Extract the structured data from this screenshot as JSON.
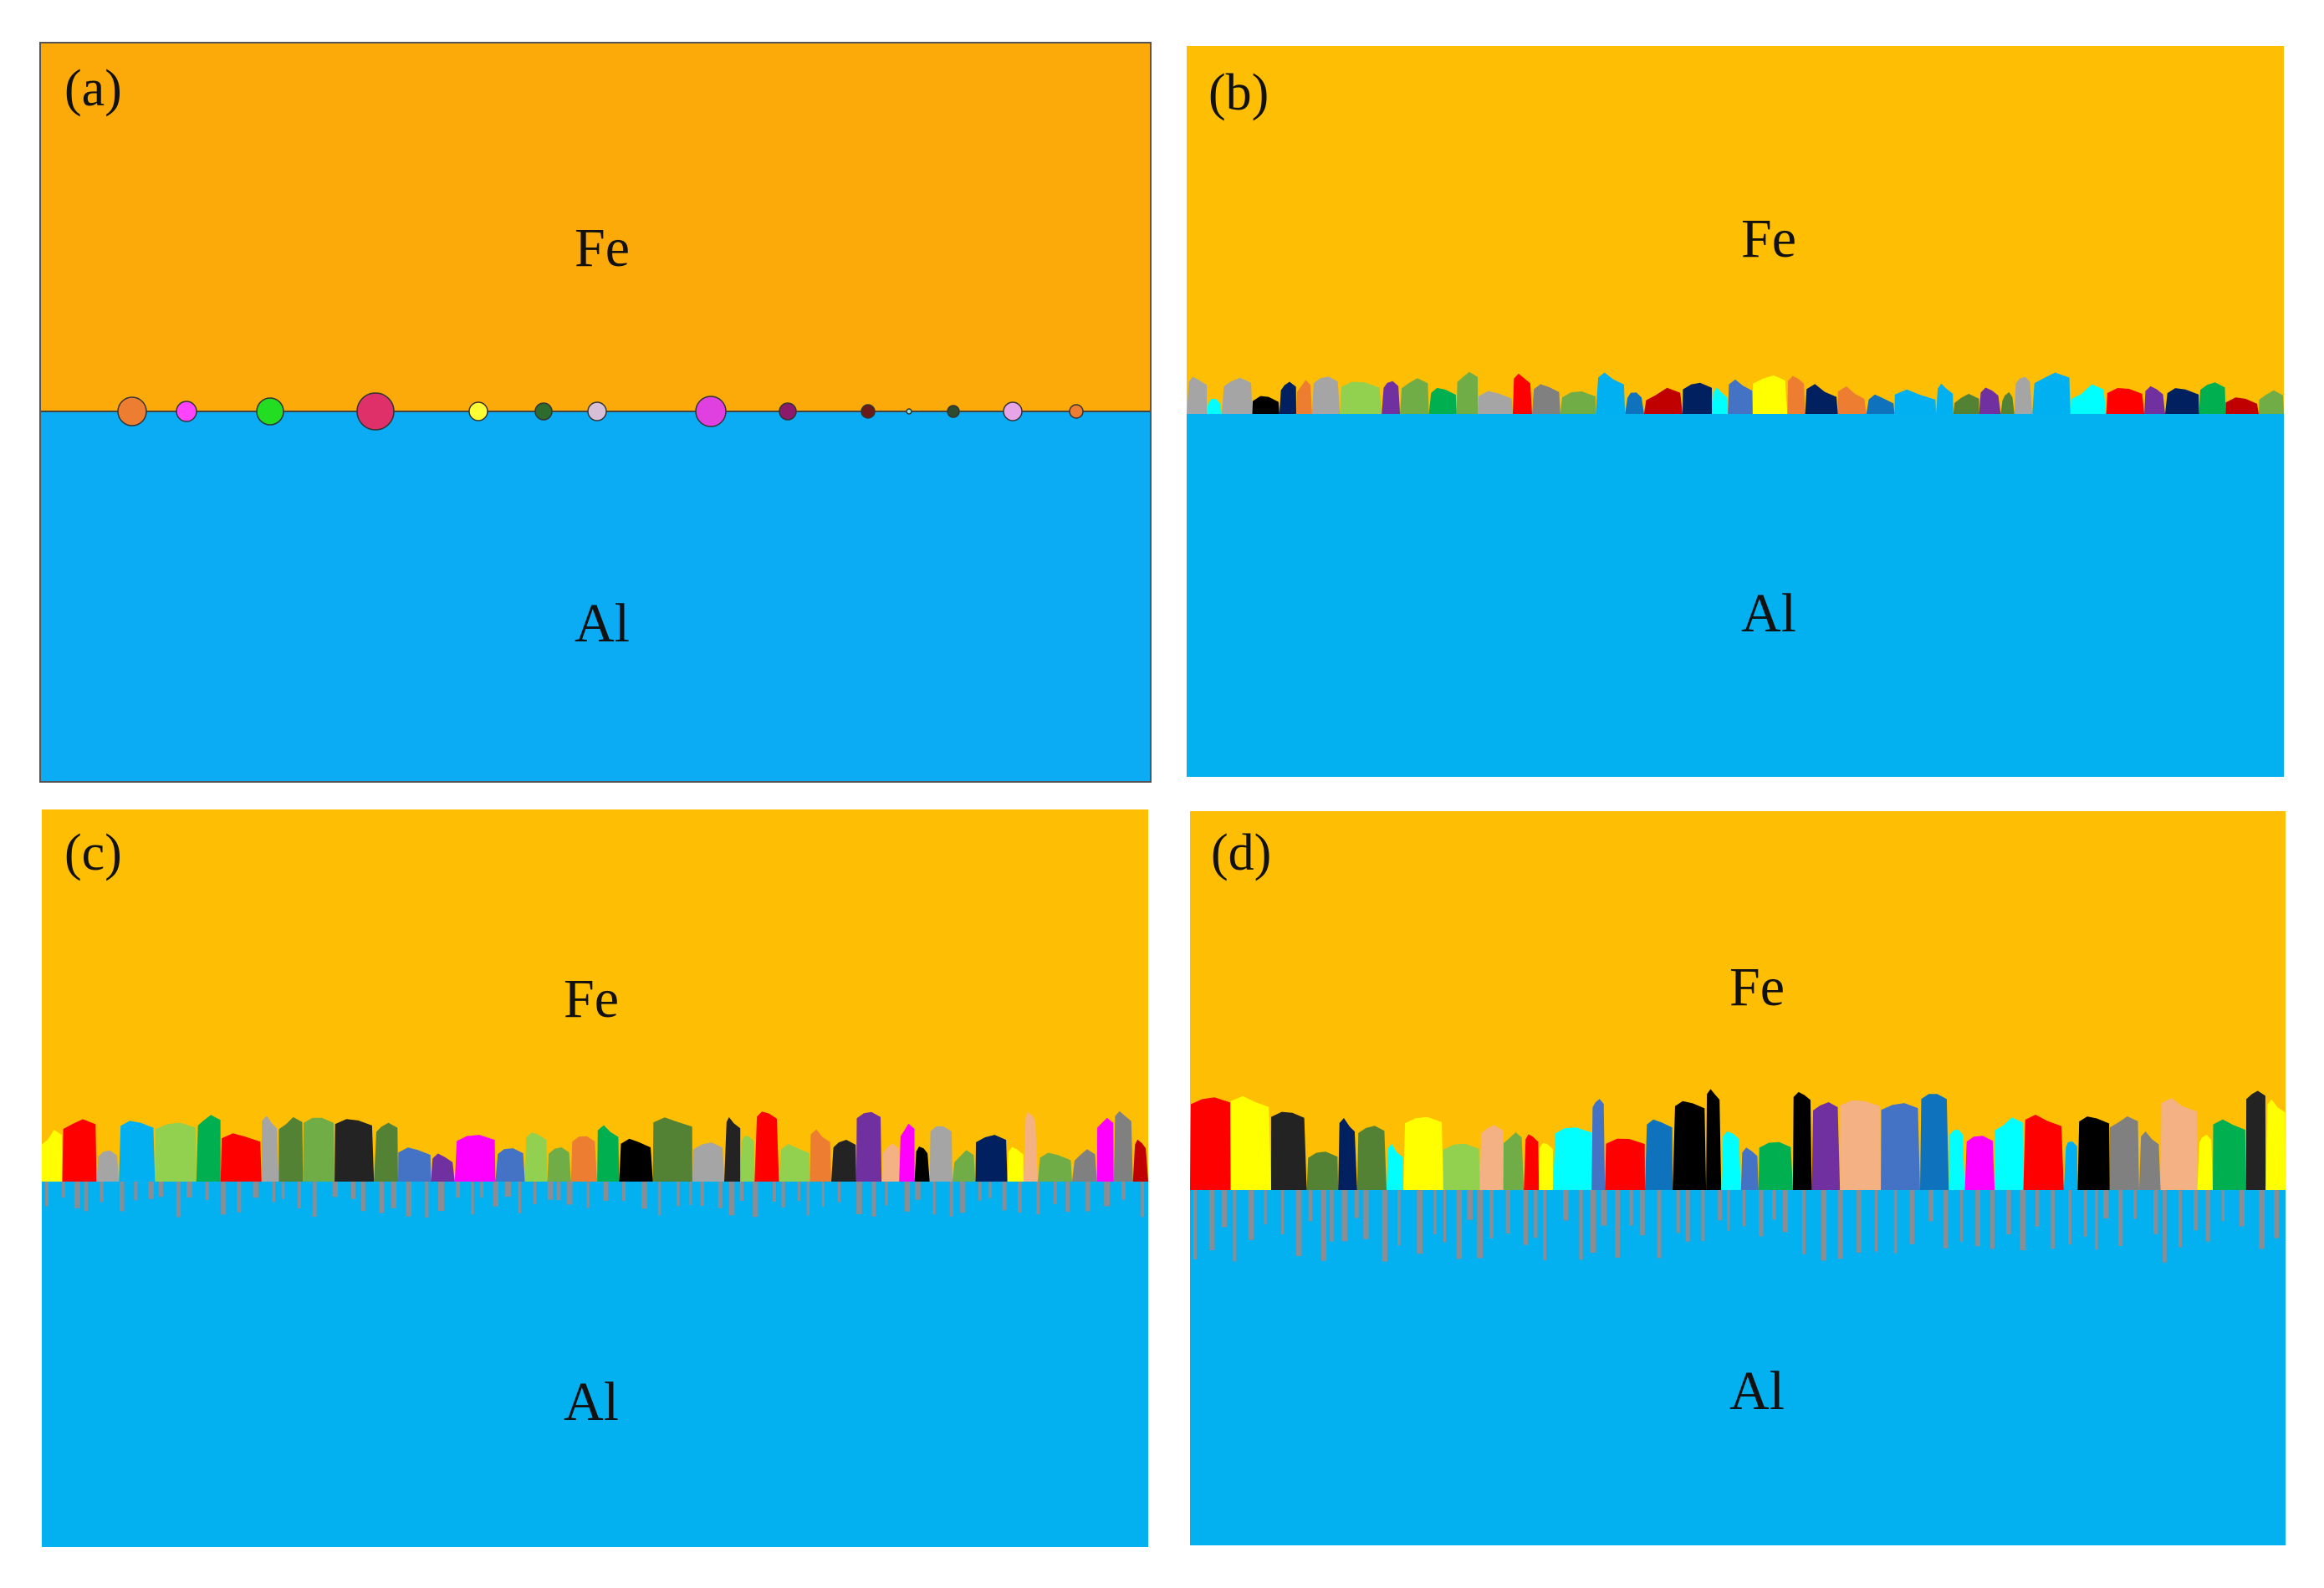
{
  "panels": {
    "a": {
      "label": "(a)",
      "top_material": "Fe",
      "bottom_material": "Al"
    },
    "b": {
      "label": "(b)",
      "top_material": "Fe",
      "bottom_material": "Al"
    },
    "c": {
      "label": "(c)",
      "top_material": "Fe",
      "bottom_material": "Al"
    },
    "d": {
      "label": "(d)",
      "top_material": "Fe",
      "bottom_material": "Al"
    }
  },
  "colors": {
    "fe_a": "#FBAA0A",
    "fe": "#FDBE04",
    "al_a": "#0CACF5",
    "al": "#03B0F0",
    "needle": "#8B8D93",
    "grain_palette": [
      "#0E72BD",
      "#232323",
      "#7030A0",
      "#4472C4",
      "#00B050",
      "#FF0000",
      "#ED7D31",
      "#A5A5A5",
      "#F4B183",
      "#92D050",
      "#00FFFF",
      "#FFFF00",
      "#C00000",
      "#FF00FF",
      "#548235",
      "#002060",
      "#70AD47",
      "#808080",
      "#00B0F0",
      "#000000"
    ],
    "particle_palette": [
      "#ED7D31",
      "#FF44FF",
      "#22DD22",
      "#E0306A",
      "#FFFF33",
      "#2E6B2E",
      "#D8BFD8",
      "#E040E0",
      "#8B1A6B",
      "#6B1A1A",
      "#88DDDD",
      "#2E4B2E",
      "#E6A5E6"
    ]
  }
}
